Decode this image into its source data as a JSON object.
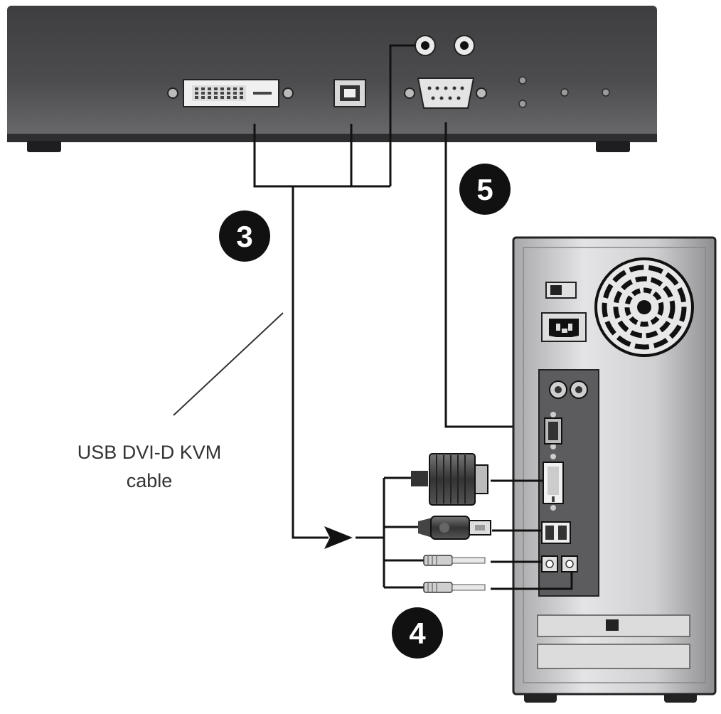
{
  "diagram": {
    "steps": {
      "step3": "3",
      "step4": "4",
      "step5": "5"
    },
    "cable_label": {
      "line1": "USB DVI-D KVM",
      "line2": "cable"
    },
    "colors": {
      "kvm_body": "#4a4a4c",
      "kvm_body_light": "#6a6a6c",
      "pc_case": "#c8c8ca",
      "pc_panel": "#5a5a5c",
      "cable": "#111111",
      "step_circle": "#111111"
    }
  }
}
